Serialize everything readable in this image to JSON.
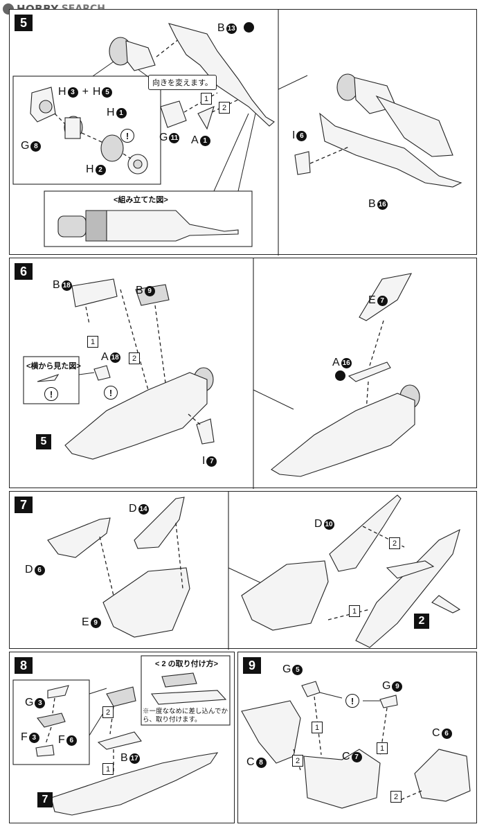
{
  "watermark": {
    "logo": "HOBBY",
    "text": "SEARCH"
  },
  "step5": {
    "number": "5",
    "parts": {
      "b13": "B",
      "b13n": "13",
      "h3": "H",
      "h3n": "3",
      "plus": "+",
      "h5": "H",
      "h5n": "5",
      "h1": "H",
      "h1n": "1",
      "h2": "H",
      "h2n": "2",
      "g8": "G",
      "g8n": "8",
      "g11": "G",
      "g11n": "11",
      "a1": "A",
      "a1n": "1",
      "i6": "I",
      "i6n": "6",
      "b16": "B",
      "b16n": "16"
    },
    "note_orientation": "向きを変えます。",
    "assembled_title": "<組み立てた図>",
    "order1": "1",
    "order2": "2",
    "warn": "!"
  },
  "step6": {
    "number": "6",
    "parts": {
      "b18": "B",
      "b18n": "18",
      "b9": "B",
      "b9n": "9",
      "a18": "A",
      "a18n": "18",
      "i7": "I",
      "i7n": "7",
      "e7": "E",
      "e7n": "7",
      "a16": "A",
      "a16n": "16"
    },
    "side_view_title": "<横から見た図>",
    "ref_step": "5",
    "order1": "1",
    "order2": "2",
    "warn": "!"
  },
  "step7": {
    "number": "7",
    "parts": {
      "d14": "D",
      "d14n": "14",
      "d6": "D",
      "d6n": "6",
      "e9": "E",
      "e9n": "9",
      "d10": "D",
      "d10n": "10"
    },
    "ref_step": "2",
    "order1": "1",
    "order2": "2"
  },
  "step8": {
    "number": "8",
    "parts": {
      "g3": "G",
      "g3n": "3",
      "f3": "F",
      "f3n": "3",
      "f6": "F",
      "f6n": "6",
      "b17": "B",
      "b17n": "17"
    },
    "howto_title": "< 2 の取り付け方>",
    "howto_note": "※一度ななめに差し込んでから、取り付けます。",
    "ref_step": "7",
    "order1": "1",
    "order2": "2"
  },
  "step9": {
    "number": "9",
    "parts": {
      "g5": "G",
      "g5n": "5",
      "g9": "G",
      "g9n": "9",
      "c8": "C",
      "c8n": "8",
      "c7": "C",
      "c7n": "7",
      "c6": "C",
      "c6n": "6"
    },
    "order1": "1",
    "order2": "2",
    "warn": "!"
  }
}
